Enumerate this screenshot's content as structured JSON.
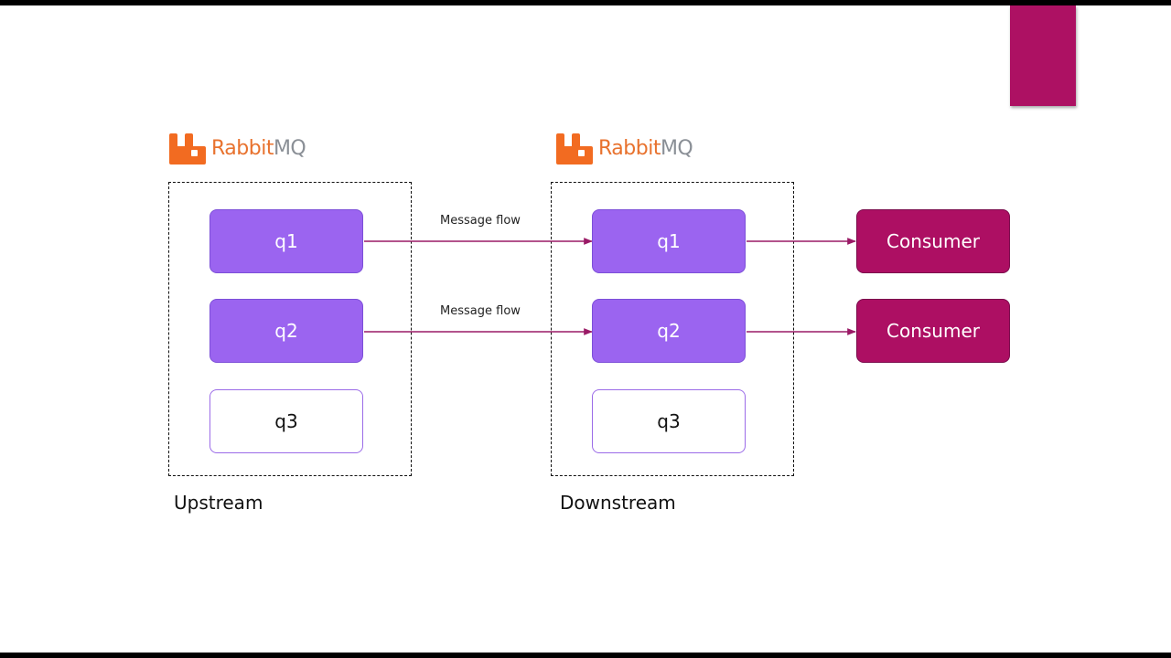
{
  "colors": {
    "queue_fill": "#9b64f0",
    "queue_border": "#7c4fd8",
    "consumer_fill": "#ad0f63",
    "arrow": "#9a1a66",
    "logo_orange": "#f26b21",
    "accent": "#ad1163"
  },
  "logos": {
    "upstream": {
      "word_orange": "Rabbit",
      "word_gray": "MQ"
    },
    "downstream": {
      "word_orange": "Rabbit",
      "word_gray": "MQ"
    }
  },
  "upstream": {
    "label": "Upstream",
    "queues": [
      "q1",
      "q2",
      "q3"
    ]
  },
  "downstream": {
    "label": "Downstream",
    "queues": [
      "q1",
      "q2",
      "q3"
    ]
  },
  "flows": [
    "Message flow",
    "Message flow"
  ],
  "consumers": [
    "Consumer",
    "Consumer"
  ]
}
